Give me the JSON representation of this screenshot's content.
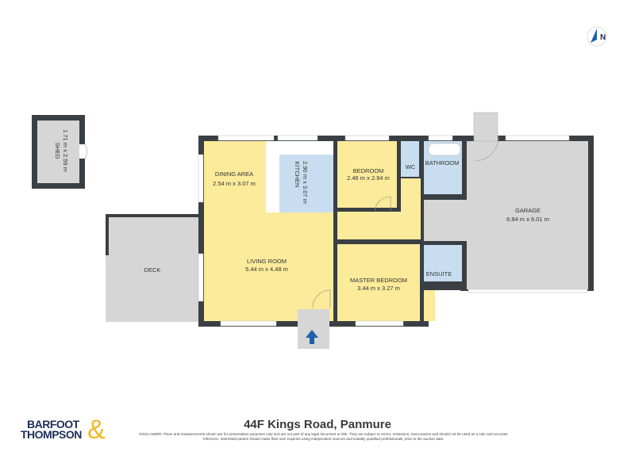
{
  "plan": {
    "rooms": {
      "shed": {
        "name": "SHED",
        "size": "1.71 m x 2.59 m"
      },
      "deck": {
        "name": "DECK"
      },
      "dining": {
        "name": "DINING AREA",
        "size": "2.54 m x 3.07 m"
      },
      "kitchen": {
        "name": "KITCHEN",
        "size": "2.90 m x 3.07 m"
      },
      "bedroom": {
        "name": "BEDROOM",
        "size": "2.46 m x 2.94 m"
      },
      "wc": {
        "name": "WC"
      },
      "bathroom": {
        "name": "BATHROOM"
      },
      "garage": {
        "name": "GARAGE",
        "size": "6.84 m x 6.01 m"
      },
      "living": {
        "name": "LIVING ROOM",
        "size": "5.44 m x 4.48 m"
      },
      "master": {
        "name": "MASTER BEDROOM",
        "size": "3.44 m x 3.27 m"
      },
      "ensuite": {
        "name": "ENSUITE"
      }
    },
    "compass": {
      "label": "N",
      "icon": "north-arrow-icon"
    },
    "entry_icon": "entry-arrow-icon",
    "colors": {
      "wall": "#3a3f44",
      "living": "#fbeb9a",
      "wet": "#c8def0",
      "garage": "#d6d6d6",
      "entry_arrow": "#1f5fb0"
    }
  },
  "footer": {
    "title": "44F Kings Road, Panmure",
    "disclaimer": "DISCLAIMER: Plans and measurements shown are for presentation purposes only and are not part of any legal document or title. They are subject to errors, omissions, inaccuracies and should not be used as a sole and accurate reference. Interested parties should make their own inquiries using independent sources and suitably qualified professionals, prior to the auction date.",
    "logo": {
      "line1": "BARFOOT",
      "line2": "THOMPSON",
      "amp": "&"
    }
  }
}
